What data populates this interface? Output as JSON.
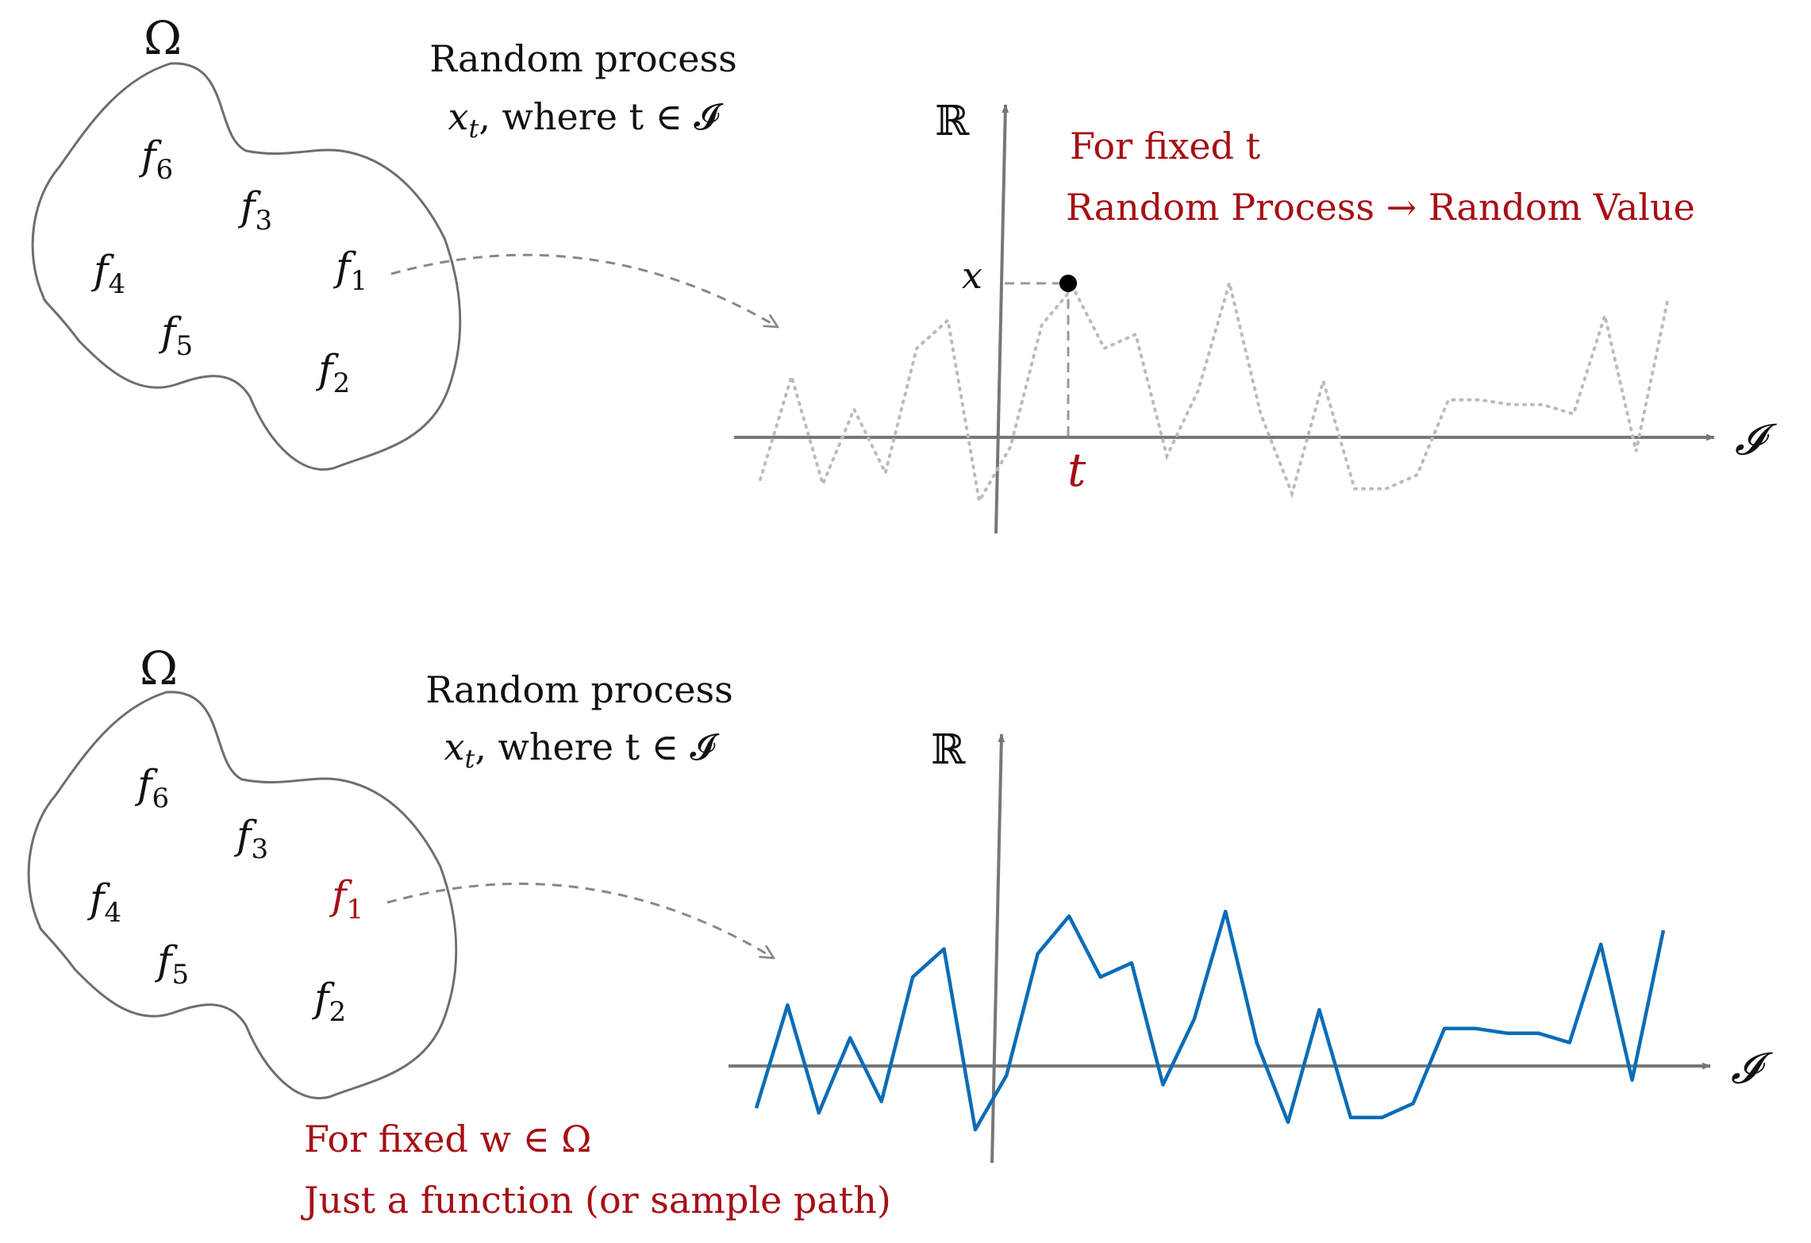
{
  "colors": {
    "dark_red": "#a50f15",
    "axis_gray": "#777777",
    "blob_gray": "#6e6e6e",
    "path_gray": "#bbbbbb",
    "sample_blue": "#0b6cb7",
    "text": "#111111"
  },
  "panels": [
    {
      "omega_label": "Ω",
      "process_title": "Random process",
      "process_def": "x",
      "process_def_sub": "t",
      "process_def_rest": ", where t ∈ 𝓘",
      "elements": [
        {
          "symbol": "f",
          "sub": "6"
        },
        {
          "symbol": "f",
          "sub": "3"
        },
        {
          "symbol": "f",
          "sub": "4"
        },
        {
          "symbol": "f",
          "sub": "1"
        },
        {
          "symbol": "f",
          "sub": "5"
        },
        {
          "symbol": "f",
          "sub": "2"
        }
      ],
      "y_axis_label": "ℝ",
      "x_axis_label": "𝓘",
      "point_value_label": "x",
      "fixed_t_label": "t",
      "annotation_line1": "For fixed t",
      "annotation_line2": "Random Process → Random Value"
    },
    {
      "omega_label": "Ω",
      "process_title": "Random process",
      "process_def": "x",
      "process_def_sub": "t",
      "process_def_rest": ", where t ∈ 𝓘",
      "elements": [
        {
          "symbol": "f",
          "sub": "6"
        },
        {
          "symbol": "f",
          "sub": "3"
        },
        {
          "symbol": "f",
          "sub": "4"
        },
        {
          "symbol": "f",
          "sub": "1",
          "highlight": true
        },
        {
          "symbol": "f",
          "sub": "5"
        },
        {
          "symbol": "f",
          "sub": "2"
        }
      ],
      "y_axis_label": "ℝ",
      "x_axis_label": "𝓘",
      "annotation_line1": "For fixed w ∈ Ω",
      "annotation_line2": "Just a function (or sample path)"
    }
  ],
  "chart_data": [
    {
      "type": "line",
      "style": "dotted",
      "y": [
        -0.45,
        0.65,
        -0.5,
        0.3,
        -0.38,
        0.95,
        1.25,
        -0.68,
        -0.1,
        1.2,
        1.6,
        0.95,
        1.1,
        -0.2,
        0.5,
        1.65,
        0.25,
        -0.6,
        0.6,
        -0.55,
        -0.55,
        -0.4,
        0.4,
        0.4,
        0.35,
        0.35,
        0.25,
        1.3,
        -0.15,
        1.45
      ]
    },
    {
      "type": "line",
      "style": "solid",
      "y": [
        -0.45,
        0.65,
        -0.5,
        0.3,
        -0.38,
        0.95,
        1.25,
        -0.68,
        -0.1,
        1.2,
        1.6,
        0.95,
        1.1,
        -0.2,
        0.5,
        1.65,
        0.25,
        -0.6,
        0.6,
        -0.55,
        -0.55,
        -0.4,
        0.4,
        0.4,
        0.35,
        0.35,
        0.25,
        1.3,
        -0.15,
        1.45
      ]
    }
  ]
}
